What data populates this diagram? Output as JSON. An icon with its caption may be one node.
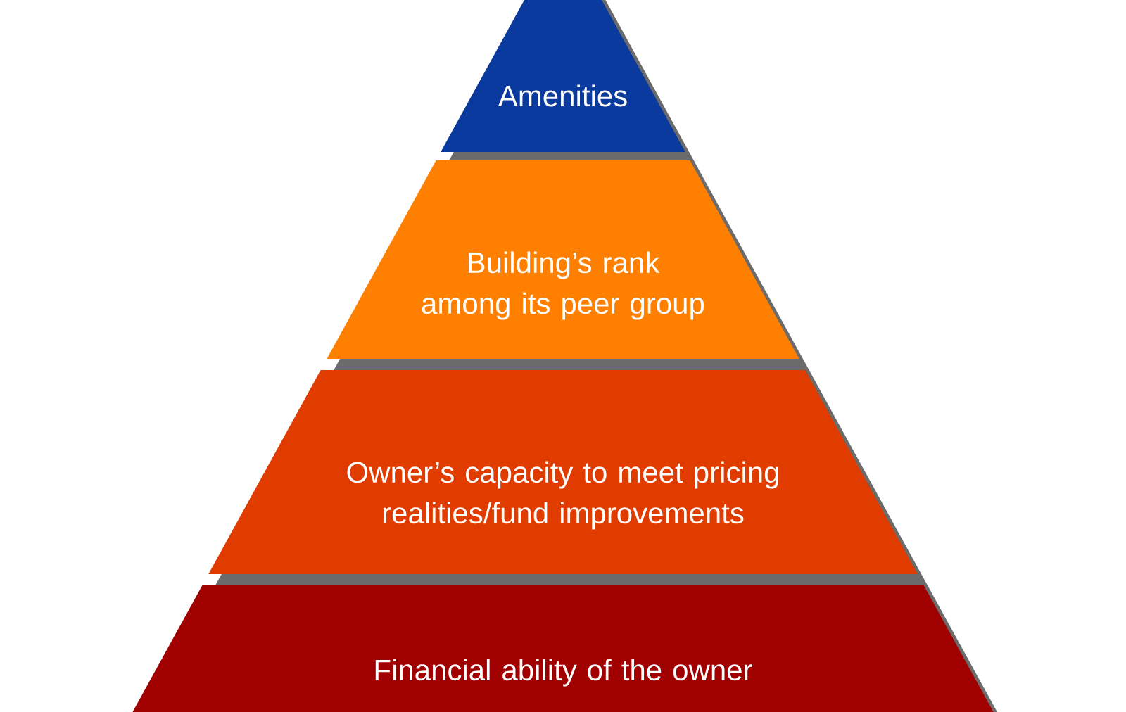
{
  "diagram": {
    "nodes": [
      {
        "text": [
          "Amenities"
        ]
      },
      {
        "text": [
          "Building’s rank among its peer group"
        ]
      },
      {
        "text": [
          "Owner’s capacity to meet pricing realities/fund improvements"
        ]
      },
      {
        "text": [
          "Financial ability of the owner"
        ]
      }
    ]
  }
}
